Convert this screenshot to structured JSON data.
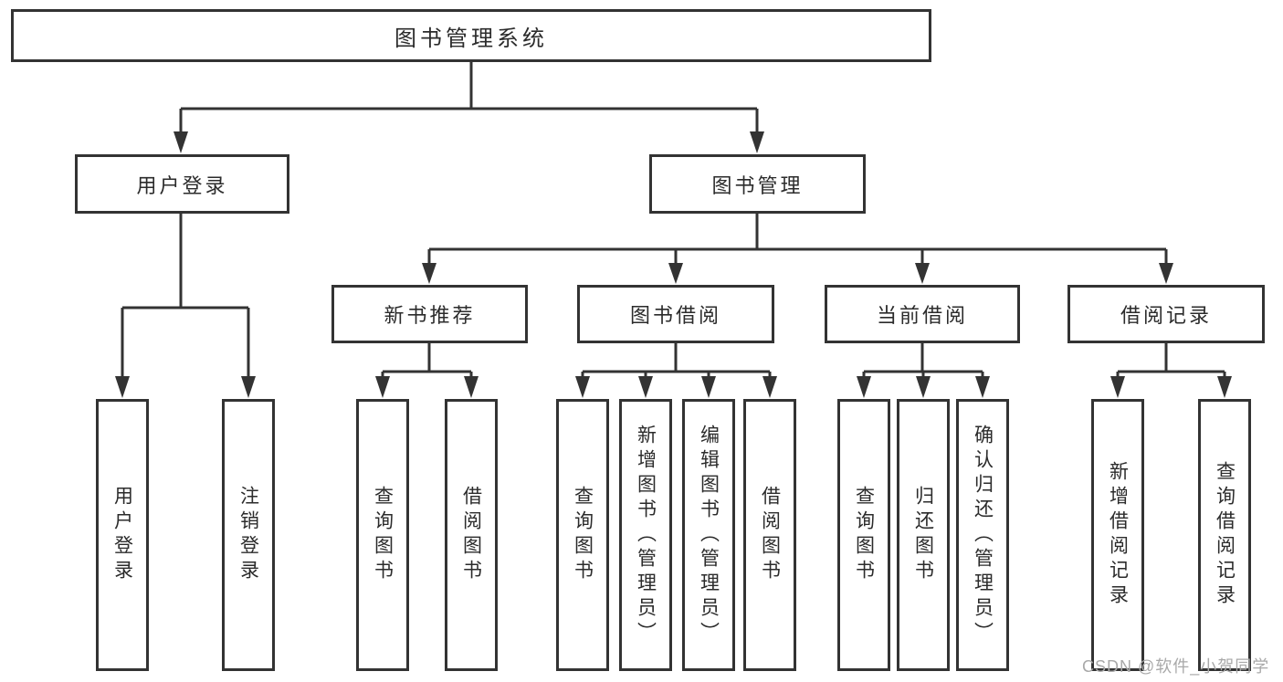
{
  "diagram": {
    "watermark": "CSDN @软件_小贺同学",
    "colors": {
      "line": "#333333",
      "text": "#2b2b2b",
      "background": "#ffffff",
      "watermark": "#a9a9a9"
    },
    "tree": {
      "root": {
        "label": "图书管理系统"
      },
      "branches": [
        {
          "label": "用户登录",
          "children": [
            {
              "label": "用户登录"
            },
            {
              "label": "注销登录"
            }
          ]
        },
        {
          "label": "图书管理",
          "children": [
            {
              "label": "新书推荐",
              "children": [
                {
                  "label": "查询图书"
                },
                {
                  "label": "借阅图书"
                }
              ]
            },
            {
              "label": "图书借阅",
              "children": [
                {
                  "label": "查询图书"
                },
                {
                  "label": "新增图书（管理员）"
                },
                {
                  "label": "编辑图书（管理员）"
                },
                {
                  "label": "借阅图书"
                }
              ]
            },
            {
              "label": "当前借阅",
              "children": [
                {
                  "label": "查询图书"
                },
                {
                  "label": "归还图书"
                },
                {
                  "label": "确认归还（管理员）"
                }
              ]
            },
            {
              "label": "借阅记录",
              "children": [
                {
                  "label": "新增借阅记录"
                },
                {
                  "label": "查询借阅记录"
                }
              ]
            }
          ]
        }
      ]
    }
  }
}
